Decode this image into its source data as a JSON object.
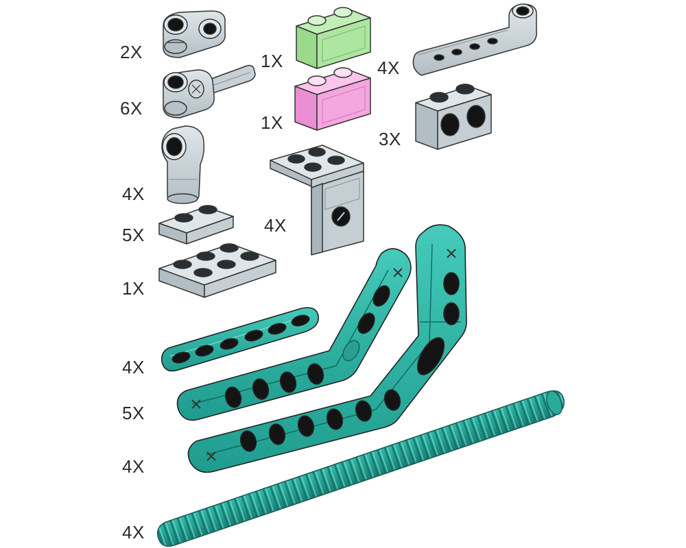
{
  "colors": {
    "gray_light": "#cfd8dd",
    "gray_mid": "#aeb9bf",
    "gray_dark": "#8e9ba2",
    "teal_light": "#3fc4b4",
    "teal_mid": "#27aa9b",
    "teal_dark": "#1a8578",
    "green_trans": "#a6e39a",
    "pink_trans": "#f6a3de",
    "outline": "#333333",
    "hole": "#141414"
  },
  "parts": [
    {
      "id": "pin-connector",
      "qty": "2X"
    },
    {
      "id": "pin-connector-axle",
      "qty": "6X"
    },
    {
      "id": "pin-connector-angled",
      "qty": "4X"
    },
    {
      "id": "plate-1x2",
      "qty": "5X"
    },
    {
      "id": "plate-2x4",
      "qty": "1X"
    },
    {
      "id": "brick-trans-green",
      "qty": "1X"
    },
    {
      "id": "brick-trans-pink",
      "qty": "1X"
    },
    {
      "id": "bracket",
      "qty": "4X"
    },
    {
      "id": "liftarm-bent-gray",
      "qty": "4X"
    },
    {
      "id": "technic-brick-1x2",
      "qty": "3X"
    },
    {
      "id": "liftarm-straight",
      "qty": "4X"
    },
    {
      "id": "liftarm-bent-small",
      "qty": "5X"
    },
    {
      "id": "liftarm-bent-large",
      "qty": "4X"
    },
    {
      "id": "ribbed-hose",
      "qty": "4X"
    }
  ]
}
